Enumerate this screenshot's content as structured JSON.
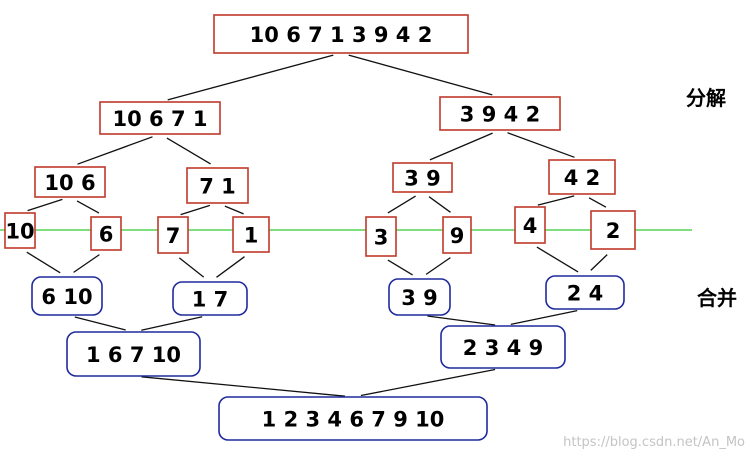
{
  "labels": {
    "split": "分解",
    "merge": "合并"
  },
  "watermark": "https://blog.csdn.net/An_Mo",
  "colors": {
    "split_border": "#c0392b",
    "merge_border": "#1f2a9c",
    "divider": "#33cc33",
    "edge": "#111111"
  },
  "split_nodes": [
    {
      "id": "s0",
      "text": "10 6 7 1 3 9 4 2"
    },
    {
      "id": "s1",
      "text": "10 6 7 1"
    },
    {
      "id": "s2",
      "text": "3 9 4 2"
    },
    {
      "id": "s3",
      "text": "10 6"
    },
    {
      "id": "s4",
      "text": "7 1"
    },
    {
      "id": "s5",
      "text": "3 9"
    },
    {
      "id": "s6",
      "text": "4 2"
    },
    {
      "id": "s7",
      "text": "10"
    },
    {
      "id": "s8",
      "text": "6"
    },
    {
      "id": "s9",
      "text": "7"
    },
    {
      "id": "s10",
      "text": "1"
    },
    {
      "id": "s11",
      "text": "3"
    },
    {
      "id": "s12",
      "text": "9"
    },
    {
      "id": "s13",
      "text": "4"
    },
    {
      "id": "s14",
      "text": "2"
    }
  ],
  "merge_nodes": [
    {
      "id": "m0",
      "text": "6 10"
    },
    {
      "id": "m1",
      "text": "1 7"
    },
    {
      "id": "m2",
      "text": "3 9"
    },
    {
      "id": "m3",
      "text": "2 4"
    },
    {
      "id": "m4",
      "text": "1 6 7 10"
    },
    {
      "id": "m5",
      "text": "2 3 4 9"
    },
    {
      "id": "m6",
      "text": "1 2 3 4 6 7 9 10"
    }
  ],
  "edges": [
    [
      "s0",
      "s1"
    ],
    [
      "s0",
      "s2"
    ],
    [
      "s1",
      "s3"
    ],
    [
      "s1",
      "s4"
    ],
    [
      "s2",
      "s5"
    ],
    [
      "s2",
      "s6"
    ],
    [
      "s3",
      "s7"
    ],
    [
      "s3",
      "s8"
    ],
    [
      "s4",
      "s9"
    ],
    [
      "s4",
      "s10"
    ],
    [
      "s5",
      "s11"
    ],
    [
      "s5",
      "s12"
    ],
    [
      "s6",
      "s13"
    ],
    [
      "s6",
      "s14"
    ],
    [
      "s7",
      "m0"
    ],
    [
      "s8",
      "m0"
    ],
    [
      "s9",
      "m1"
    ],
    [
      "s10",
      "m1"
    ],
    [
      "s11",
      "m2"
    ],
    [
      "s12",
      "m2"
    ],
    [
      "s13",
      "m3"
    ],
    [
      "s14",
      "m3"
    ],
    [
      "m0",
      "m4"
    ],
    [
      "m1",
      "m4"
    ],
    [
      "m2",
      "m5"
    ],
    [
      "m3",
      "m5"
    ],
    [
      "m4",
      "m6"
    ],
    [
      "m5",
      "m6"
    ]
  ]
}
